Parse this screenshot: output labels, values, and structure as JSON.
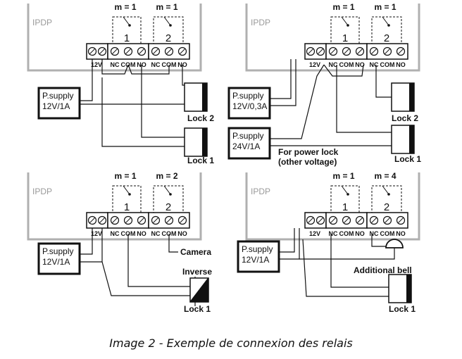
{
  "caption": "Image 2 - Exemple de connexion des relais",
  "diagrams": [
    {
      "device_label": "IPDP",
      "m_labels": [
        "m = 1",
        "m = 1"
      ],
      "relay_numbers": [
        "1",
        "2"
      ],
      "terminal_labels": [
        "12V",
        "NC",
        "COM",
        "NO",
        "NC",
        "COM",
        "NO"
      ],
      "power_supplies": [
        [
          "P.supply",
          "12V/1A"
        ]
      ],
      "devices": [
        "Lock 2",
        "Lock 1"
      ],
      "notes": []
    },
    {
      "device_label": "IPDP",
      "m_labels": [
        "m = 1",
        "m = 1"
      ],
      "relay_numbers": [
        "1",
        "2"
      ],
      "terminal_labels": [
        "12V",
        "NC",
        "COM",
        "NO",
        "NC",
        "COM",
        "NO"
      ],
      "power_supplies": [
        [
          "P.supply",
          "12V/0,3A"
        ],
        [
          "P.supply",
          "24V/1A"
        ]
      ],
      "devices": [
        "Lock 2",
        "Lock 1"
      ],
      "notes": [
        "For power lock",
        "(other voltage)"
      ]
    },
    {
      "device_label": "IPDP",
      "m_labels": [
        "m = 1",
        "m = 2"
      ],
      "relay_numbers": [
        "1",
        "2"
      ],
      "terminal_labels": [
        "12V",
        "NC",
        "COM",
        "NO",
        "NC",
        "COM",
        "NO"
      ],
      "power_supplies": [
        [
          "P.supply",
          "12V/1A"
        ]
      ],
      "devices": [
        "Camera",
        "Inverse",
        "Lock 1"
      ],
      "notes": []
    },
    {
      "device_label": "IPDP",
      "m_labels": [
        "m = 1",
        "m = 4"
      ],
      "relay_numbers": [
        "1",
        "2"
      ],
      "terminal_labels": [
        "12V",
        "NC",
        "COM",
        "NO",
        "NC",
        "COM",
        "NO"
      ],
      "power_supplies": [
        [
          "P.supply",
          "12V/1A"
        ]
      ],
      "devices": [
        "Additional bell",
        "Lock 1"
      ],
      "notes": []
    }
  ]
}
